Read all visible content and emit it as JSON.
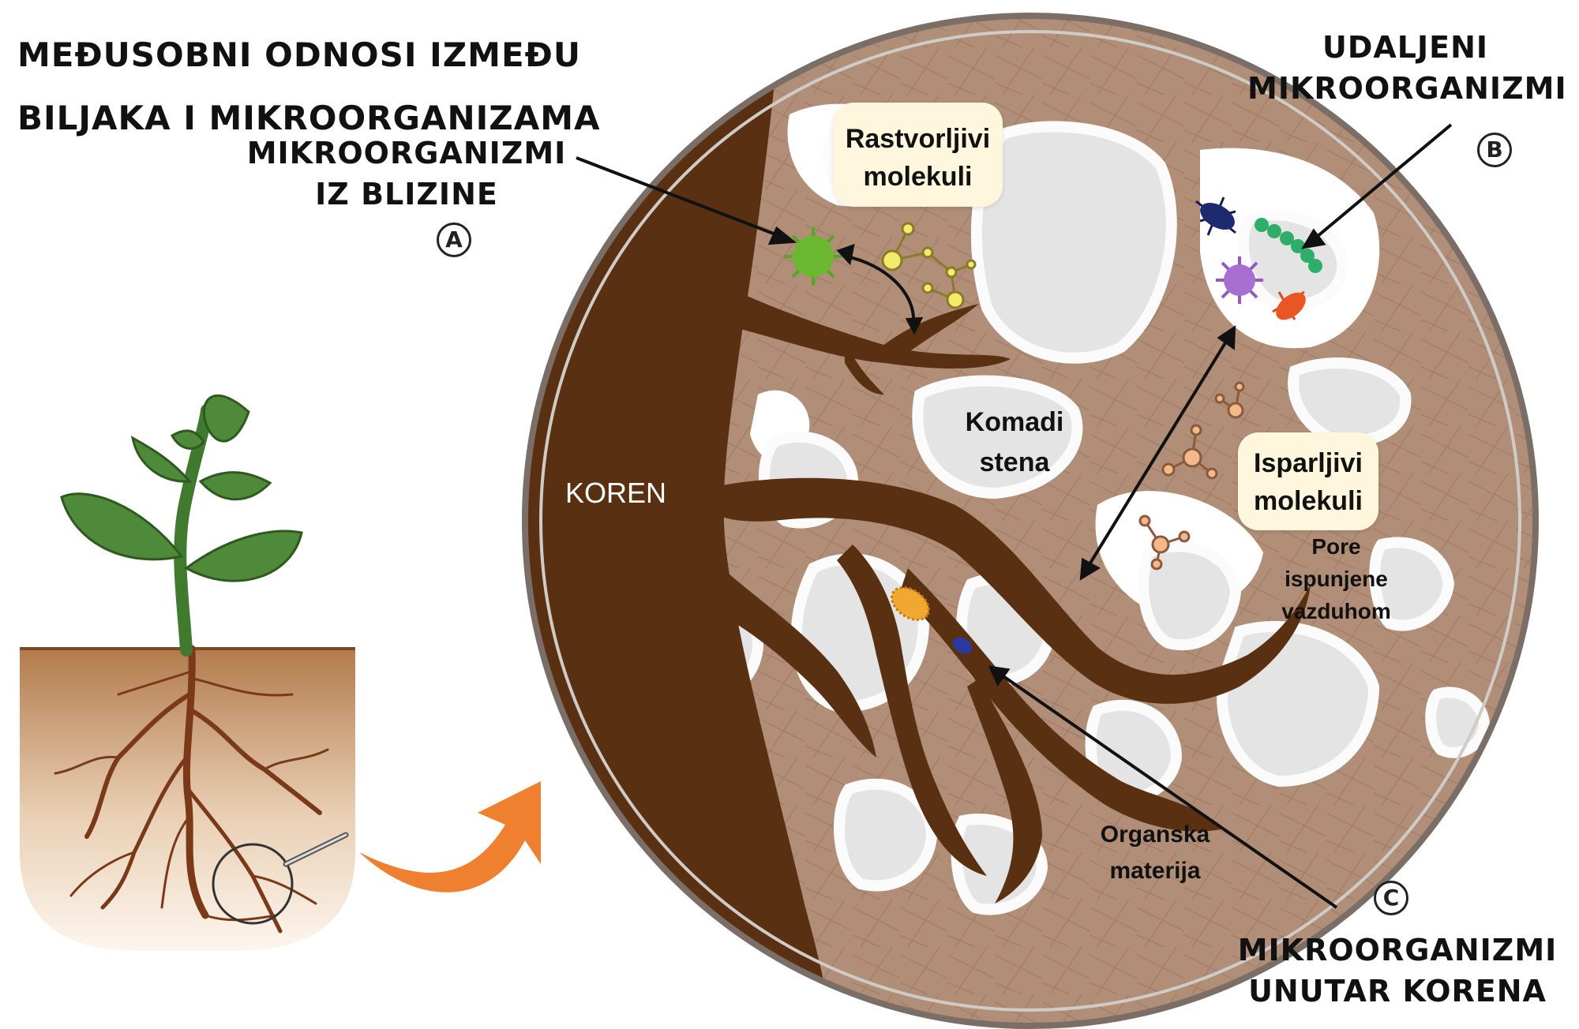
{
  "title": "MEĐUSOBNI ODNOSI IZMEĐU BILJAKA I MIKROORGANIZAMA",
  "labels": {
    "near": {
      "text": "MIKROORGANIZMI IZ BLIZINE",
      "badge": "A"
    },
    "distant": {
      "text": "UDALJENI MIKROORGANIZMI",
      "badge": "B"
    },
    "inside": {
      "text": "MIKROORGANIZMI UNUTAR KORENA",
      "badge": "C"
    },
    "soluble": "Rastvorljivi molekuli",
    "volatile": "Isparljivi molekuli",
    "rocks": "Komadi stena",
    "root": "KOREN",
    "pores": "Pore ispunjene vazduhom",
    "organic": "Organska materija"
  },
  "colors": {
    "soil": "#b08e77",
    "root": "#5a3013",
    "rock": "#e6e6e6",
    "pore": "#ffffff",
    "arrow_orange": "#ee8030",
    "leaf": "#4f8a3a",
    "tag_bg": "#fff7dd"
  },
  "icons": [
    "microbe-green",
    "microbe-navy",
    "microbe-purple",
    "microbe-red",
    "bacteria-chain-green",
    "microbe-yellow",
    "microbe-blue",
    "molecule-yellow",
    "molecule-orange",
    "magnifier",
    "plant"
  ]
}
